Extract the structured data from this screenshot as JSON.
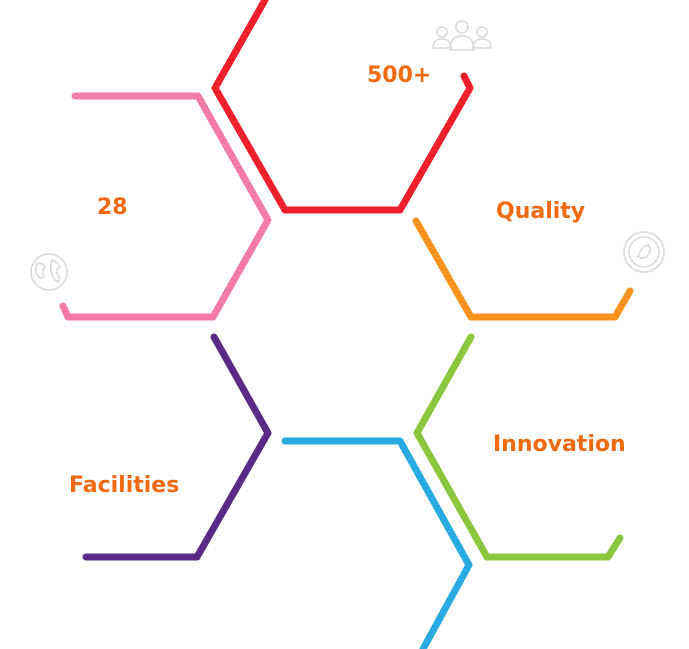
{
  "colors": {
    "accent_text": "#f26a10",
    "icon_stroke": "#d9d9d9",
    "red": "#ef1f2c",
    "pink": "#f47aa8",
    "orange": "#f7931e",
    "purple": "#5a2a88",
    "green": "#8cc63f",
    "blue": "#29abe2"
  },
  "labels": {
    "stat": "500+",
    "countries": "28",
    "quality": "Quality",
    "facilities": "Facilities",
    "innovation": "Innovation"
  },
  "icons": {
    "team": "people-group-icon",
    "globe": "globe-icon",
    "award": "award-badge-icon"
  }
}
